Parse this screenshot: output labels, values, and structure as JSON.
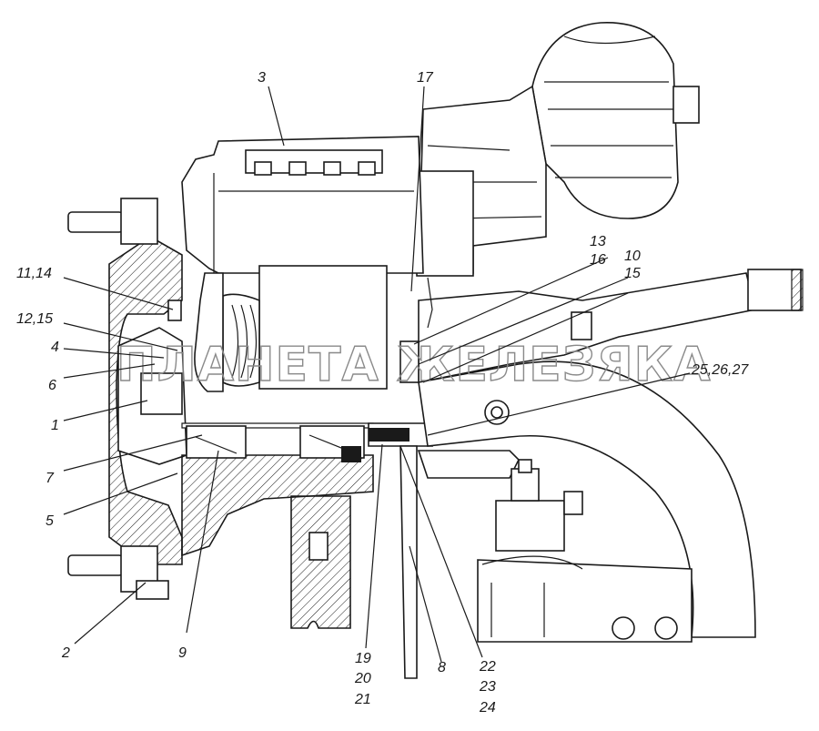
{
  "watermark": "ПЛАНЕТА ЖЕЛЕЗЯКА",
  "colors": {
    "line": "#1a1a1a",
    "watermark": "#8a8a8a",
    "background": "#ffffff"
  },
  "callouts": {
    "c3": "3",
    "c17": "17",
    "c13": "13",
    "c10": "10",
    "c16": "16",
    "c15": "15",
    "c11_14": "11,14",
    "c12_15": "12,15",
    "c4": "4",
    "c6": "6",
    "c25_26_27": "25,26,27",
    "c1": "1",
    "c7": "7",
    "c5": "5",
    "c2": "2",
    "c9": "9",
    "c19": "19",
    "c20": "20",
    "c21": "21",
    "c8": "8",
    "c22": "22",
    "c23": "23",
    "c24": "24"
  }
}
